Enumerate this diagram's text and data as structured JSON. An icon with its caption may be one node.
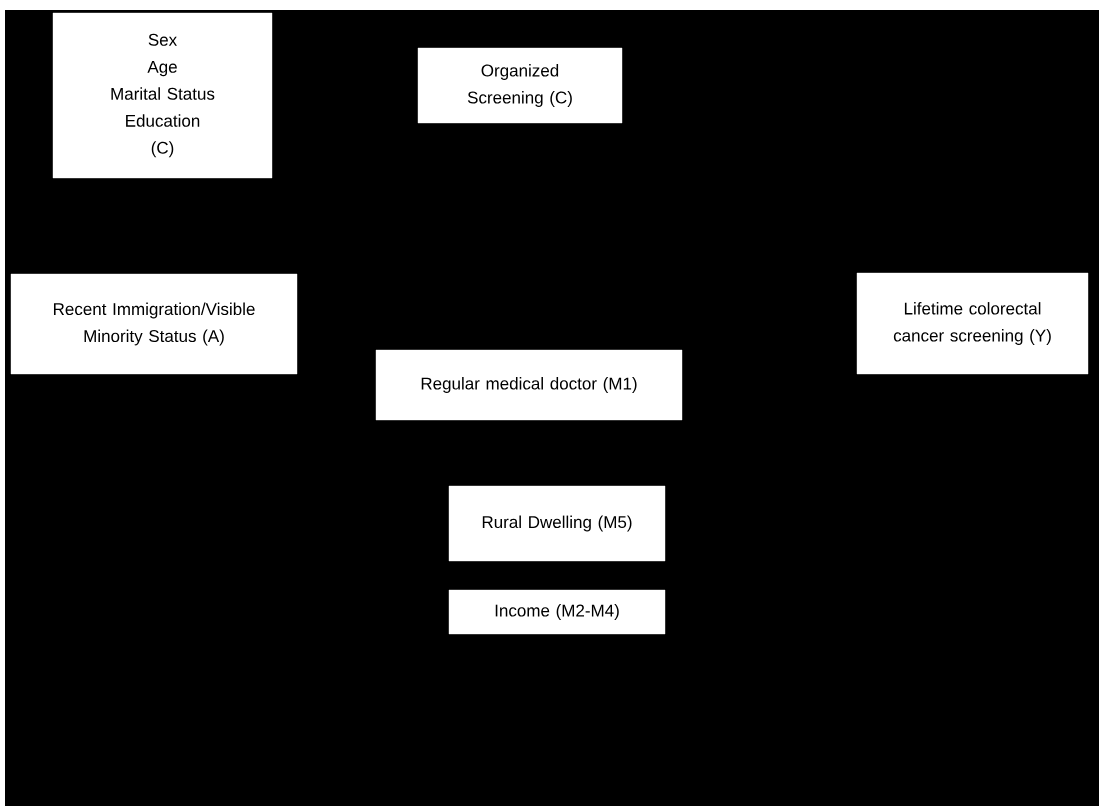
{
  "diagram": {
    "nodes": [
      {
        "text": [
          "Sex",
          "Age",
          "Marital Status",
          "Education",
          "(C)"
        ]
      },
      {
        "text": [
          "Organized Screening (C)"
        ]
      },
      {
        "text": [
          "Recent Immigration/Visible Minority Status (A)"
        ]
      },
      {
        "text": [
          "Regular medical doctor (M1)"
        ]
      },
      {
        "text": [
          "Rural Dwelling (M5)"
        ]
      },
      {
        "text": [
          "Income (M2-M4)"
        ]
      },
      {
        "text": [
          "Lifetime colorectal cancer screening (Y)"
        ]
      }
    ]
  }
}
